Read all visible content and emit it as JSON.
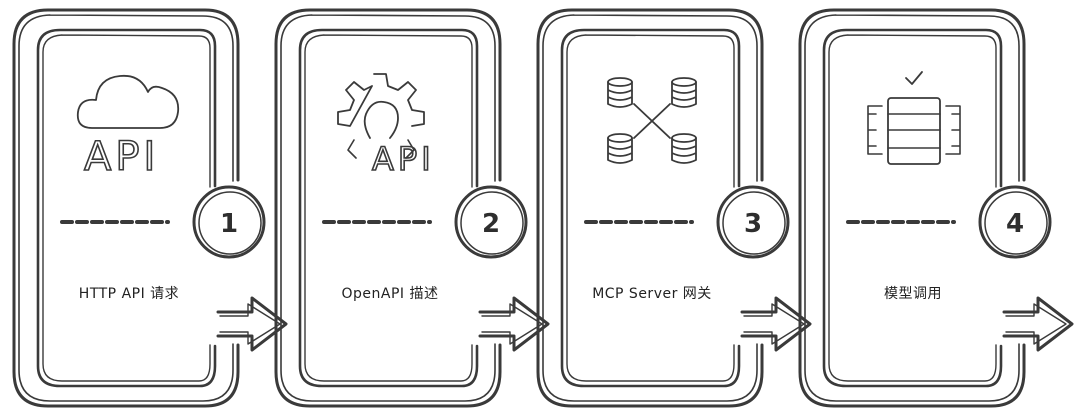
{
  "steps": [
    {
      "number": "1",
      "label": "HTTP API 请求",
      "icon": "cloud-api-icon",
      "icon_text": "API"
    },
    {
      "number": "2",
      "label": "OpenAPI 描述",
      "icon": "gear-api-icon",
      "icon_text": "API"
    },
    {
      "number": "3",
      "label": "MCP Server 网关",
      "icon": "database-network-icon",
      "icon_text": ""
    },
    {
      "number": "4",
      "label": "模型调用",
      "icon": "server-check-icon",
      "icon_text": ""
    }
  ],
  "colors": {
    "ink": "#3a3a3a",
    "background": "#ffffff"
  }
}
